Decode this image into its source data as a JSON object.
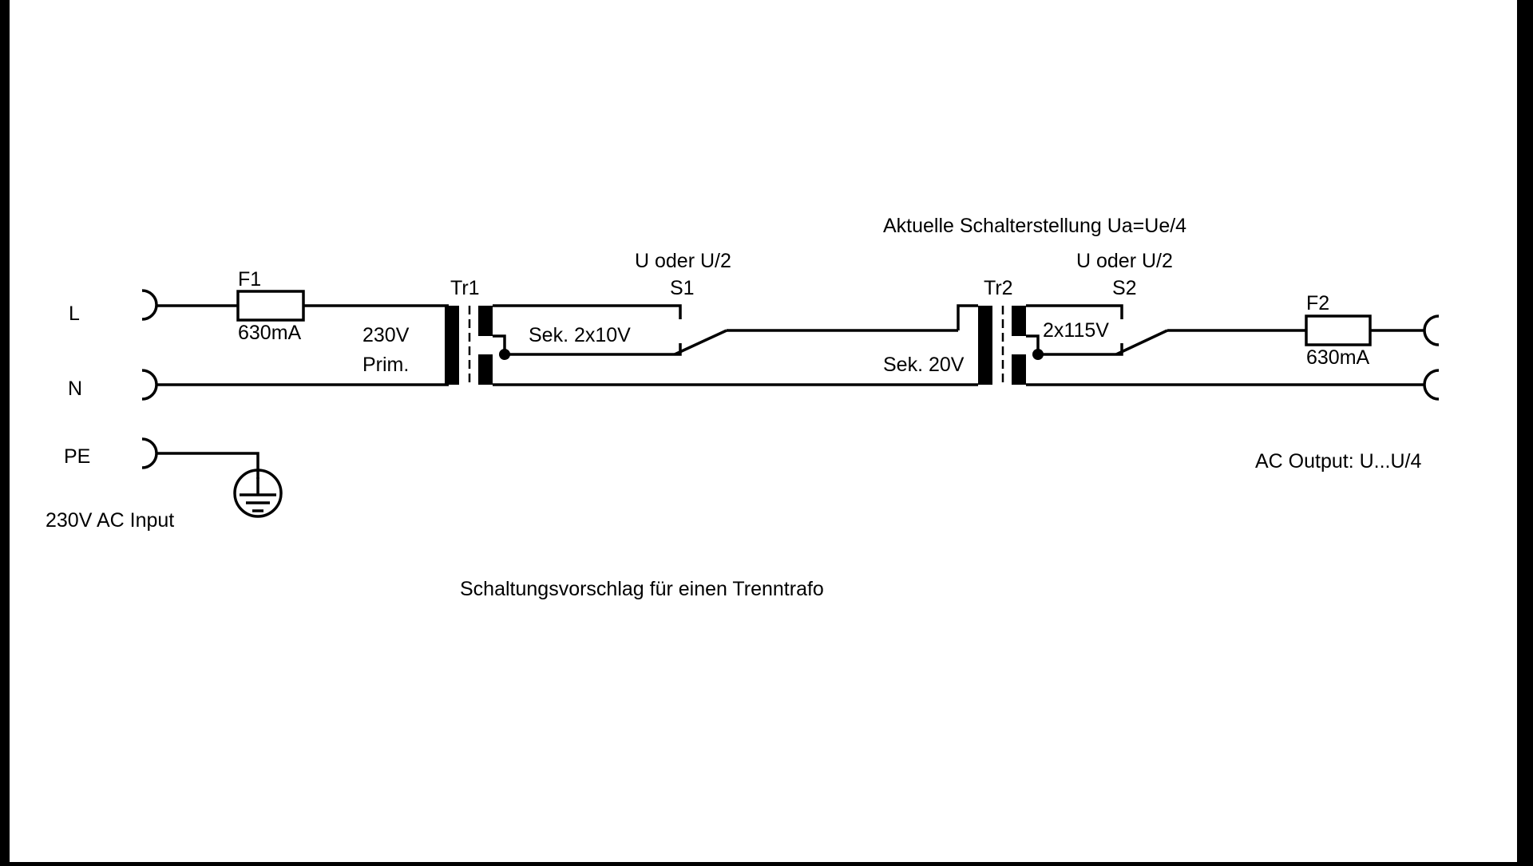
{
  "terminals": {
    "input": {
      "l": "L",
      "n": "N",
      "pe": "PE"
    },
    "input_caption": "230V AC Input",
    "output_caption": "AC Output: U...U/4"
  },
  "fuses": {
    "f1": {
      "ref": "F1",
      "rating": "630mA"
    },
    "f2": {
      "ref": "F2",
      "rating": "630mA"
    }
  },
  "transformers": {
    "tr1": {
      "ref": "Tr1",
      "primary_line1": "230V",
      "primary_line2": "Prim.",
      "secondary": "Sek. 2x10V"
    },
    "tr2": {
      "ref": "Tr2",
      "primary": "Sek. 20V",
      "secondary": "2x115V"
    }
  },
  "switches": {
    "s1": {
      "ref": "S1",
      "function": "U oder U/2"
    },
    "s2": {
      "ref": "S2",
      "function": "U oder U/2"
    }
  },
  "switch_position_note": "Aktuelle Schalterstellung Ua=Ue/4",
  "diagram_caption": "Schaltungsvorschlag für einen Trenntrafo",
  "colors": {
    "background": "#ffffff",
    "frame": "#000000",
    "ink": "#000000"
  }
}
